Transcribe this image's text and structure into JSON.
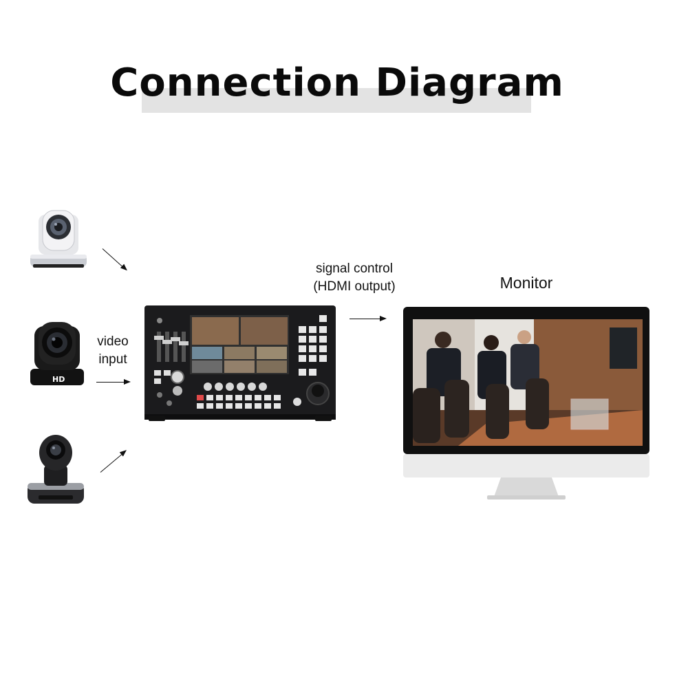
{
  "title": "Connection Diagram",
  "labels": {
    "video_input_line1": "video",
    "video_input_line2": "input",
    "signal_line1": "signal control",
    "signal_line2": "(HDMI output)",
    "monitor": "Monitor"
  },
  "cameras": [
    {
      "icon": "ptz-camera-silver-icon"
    },
    {
      "icon": "ptz-camera-black-hd-icon",
      "badge": "HD"
    },
    {
      "icon": "ptz-camera-dark-icon"
    }
  ],
  "colors": {
    "title_band": "#e3e3e3",
    "device_body": "#1b1b1d",
    "monitor_frame": "#101010",
    "monitor_stand": "#d9d9d9",
    "button_red": "#e14a4a"
  }
}
